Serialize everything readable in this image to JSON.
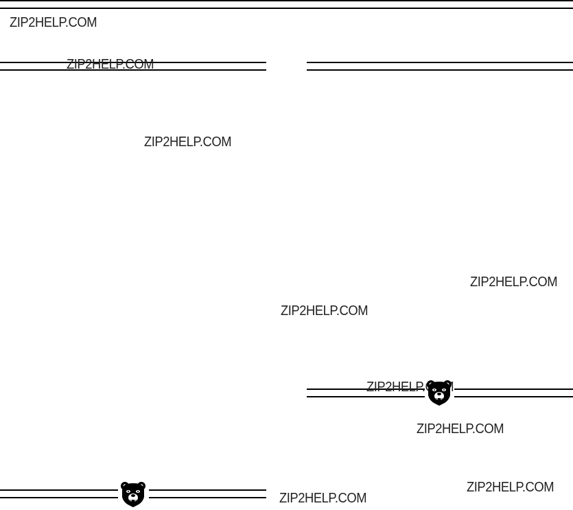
{
  "watermark_text": "ZIP2HELP.COM",
  "watermarks": [
    {
      "id": "wm-1",
      "text": "ZIP2HELP.COM"
    },
    {
      "id": "wm-2",
      "text": "ZIP2HELP.COM"
    },
    {
      "id": "wm-3",
      "text": "ZIP2HELP.COM"
    },
    {
      "id": "wm-4",
      "text": "ZIP2HELP.COM"
    },
    {
      "id": "wm-5",
      "text": "ZIP2HELP.COM"
    },
    {
      "id": "wm-6",
      "text": "ZIP2HELP.COM"
    },
    {
      "id": "wm-7",
      "text": "ZIP2HELP.COM"
    },
    {
      "id": "wm-8",
      "text": "ZIP2HELP.COM"
    },
    {
      "id": "wm-9",
      "text": "ZIP2HELP.COM"
    }
  ],
  "logo": {
    "icon": "bear-head-icon",
    "count": 2
  },
  "colors": {
    "rule": "#000000",
    "watermark": "#222222",
    "background": "#ffffff"
  }
}
